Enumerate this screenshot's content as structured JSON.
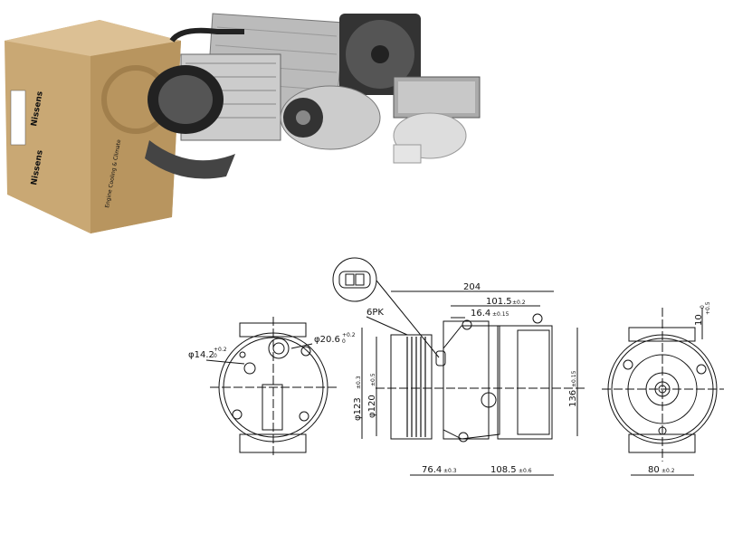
{
  "photo": {
    "brand_label": "Nissens",
    "box_tagline": "Engine Cooling & Climate"
  },
  "drawing": {
    "front_view": {
      "hole_diameter": "φ14.2",
      "hole_tol_upper": "+0.2",
      "hole_tol_lower": "0",
      "port_diameter": "φ20.6",
      "port_tol_upper": "+0.2",
      "port_tol_lower": "0"
    },
    "side_view": {
      "belt_type": "6PK",
      "overall_length": "204",
      "length_101": "101.5",
      "length_101_tol": "±0.2",
      "length_16": "16.4",
      "length_16_tol": "±0.15",
      "pulley_outer": "φ123",
      "pulley_outer_tol": "±0.3",
      "pulley_inner": "φ120",
      "pulley_inner_tol": "±0.5",
      "height": "136",
      "height_tol": "±0.15",
      "length_76": "76.4",
      "length_76_tol": "±0.3",
      "length_108": "108.5",
      "length_108_tol": "±0.6"
    },
    "rear_view": {
      "flange_thickness": "10",
      "flange_tol_upper": "+0.5",
      "flange_tol_lower": "0",
      "width": "80",
      "width_tol": "±0.2"
    }
  }
}
